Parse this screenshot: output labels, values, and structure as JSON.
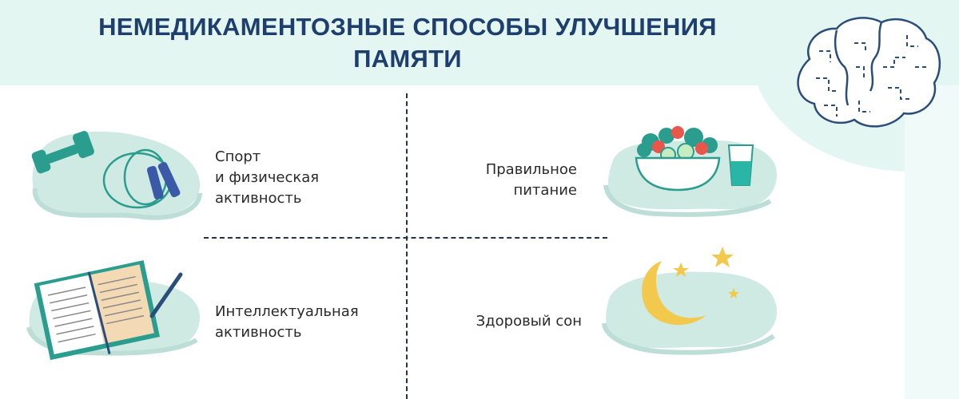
{
  "header": {
    "title_line1": "НЕМЕДИКАМЕНТОЗНЫЕ СПОСОБЫ УЛУЧШЕНИЯ",
    "title_line2": "ПАМЯТИ"
  },
  "items": [
    {
      "lines": [
        "Спорт",
        "и физическая",
        "активность"
      ],
      "icon": "dumbbell-and-jump-rope-icon"
    },
    {
      "lines": [
        "Правильное",
        "питание"
      ],
      "icon": "salad-and-water-icon"
    },
    {
      "lines": [
        "Интеллектуальная",
        "активность"
      ],
      "icon": "book-and-pencil-icon"
    },
    {
      "lines": [
        "Здоровый сон"
      ],
      "icon": "moon-and-stars-icon"
    }
  ],
  "decor": {
    "icon": "brain-icon"
  },
  "colors": {
    "title": "#1e3f6e",
    "background_mint": "#e3f6f1",
    "blob": "#cfe9e3",
    "outline": "#2a4d7a",
    "accent_green": "#2a9d8f",
    "moon": "#f2c94c"
  }
}
